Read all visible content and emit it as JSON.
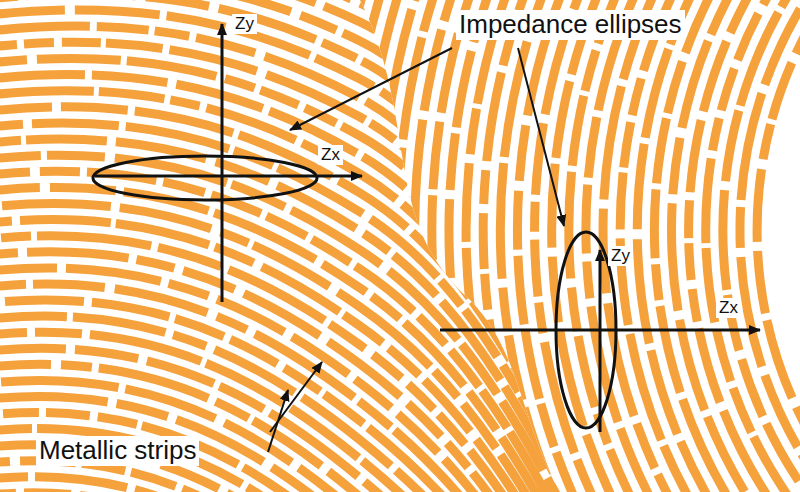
{
  "diagram": {
    "labels": [
      "Zy",
      "Impedance ellipses",
      "Zx",
      "Zy",
      "Zx",
      "Metallic strips"
    ]
  }
}
